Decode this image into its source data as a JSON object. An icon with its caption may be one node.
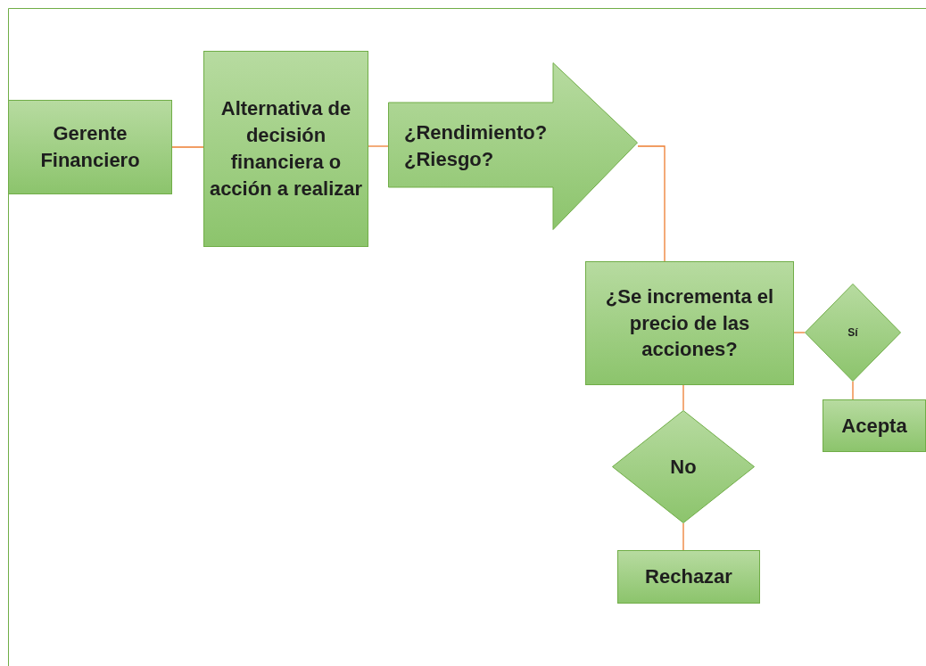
{
  "diagram": {
    "nodes": [
      {
        "text": [
          "Gerente Financiero"
        ]
      },
      {
        "text": [
          "Alternativa de decisión financiera o acción a realizar"
        ]
      },
      {
        "text": [
          "¿Rendimiento? ¿Riesgo?"
        ]
      },
      {
        "text": [
          "¿Se incrementa el precio de las acciones?"
        ]
      },
      {
        "text": [
          "Sí"
        ]
      },
      {
        "text": [
          "Acepta"
        ]
      },
      {
        "text": [
          "No"
        ]
      },
      {
        "text": [
          "Rechazar"
        ]
      }
    ],
    "edges": [
      {
        "from": 0,
        "to": 1,
        "arrow": "none"
      },
      {
        "from": 1,
        "to": 2,
        "arrow": "none"
      },
      {
        "from": 2,
        "to": 3,
        "arrow": "none"
      },
      {
        "from": 3,
        "to": 4,
        "arrow": "none"
      },
      {
        "from": 4,
        "to": 5,
        "arrow": "none"
      },
      {
        "from": 3,
        "to": 6,
        "arrow": "none"
      },
      {
        "from": 6,
        "to": 7,
        "arrow": "none"
      }
    ]
  }
}
